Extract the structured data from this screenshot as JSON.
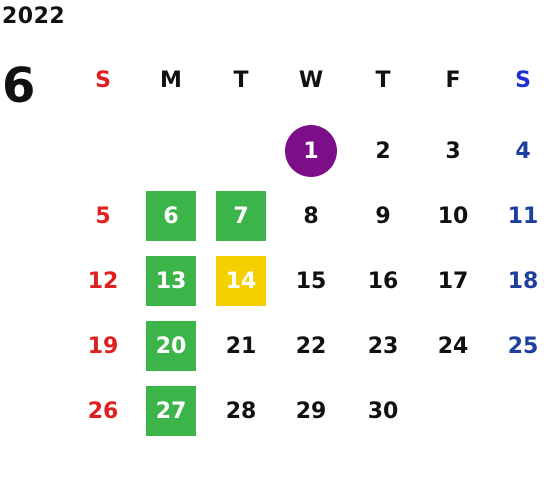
{
  "calendar": {
    "year": "2022",
    "month": "6",
    "weekdays": [
      {
        "label": "S",
        "color": "#e02020"
      },
      {
        "label": "M",
        "color": "#111111"
      },
      {
        "label": "T",
        "color": "#111111"
      },
      {
        "label": "W",
        "color": "#111111"
      },
      {
        "label": "T",
        "color": "#111111"
      },
      {
        "label": "F",
        "color": "#111111"
      },
      {
        "label": "S",
        "color": "#1f2fd0"
      }
    ],
    "colors": {
      "sunday": "#e02020",
      "saturday": "#1f3fa0",
      "weekday": "#111111",
      "highlight_green": "#3bb54a",
      "highlight_yellow": "#f5d000",
      "today_circle": "#7d0e8a"
    },
    "weeks": [
      [
        null,
        null,
        null,
        {
          "d": "1",
          "mark": "circle"
        },
        {
          "d": "2"
        },
        {
          "d": "3"
        },
        {
          "d": "4"
        }
      ],
      [
        {
          "d": "5"
        },
        {
          "d": "6",
          "mark": "green"
        },
        {
          "d": "7",
          "mark": "green"
        },
        {
          "d": "8"
        },
        {
          "d": "9"
        },
        {
          "d": "10"
        },
        {
          "d": "11"
        }
      ],
      [
        {
          "d": "12"
        },
        {
          "d": "13",
          "mark": "green"
        },
        {
          "d": "14",
          "mark": "yellow"
        },
        {
          "d": "15"
        },
        {
          "d": "16"
        },
        {
          "d": "17"
        },
        {
          "d": "18"
        }
      ],
      [
        {
          "d": "19"
        },
        {
          "d": "20",
          "mark": "green"
        },
        {
          "d": "21"
        },
        {
          "d": "22"
        },
        {
          "d": "23"
        },
        {
          "d": "24"
        },
        {
          "d": "25"
        }
      ],
      [
        {
          "d": "26"
        },
        {
          "d": "27",
          "mark": "green"
        },
        {
          "d": "28"
        },
        {
          "d": "29"
        },
        {
          "d": "30"
        },
        null,
        null
      ]
    ]
  }
}
